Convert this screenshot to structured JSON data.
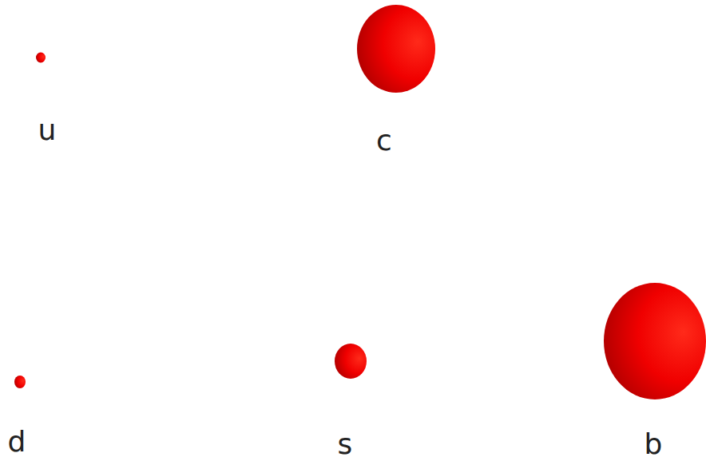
{
  "diagram": {
    "labels": [
      "u",
      "c",
      "d",
      "s",
      "b"
    ]
  }
}
